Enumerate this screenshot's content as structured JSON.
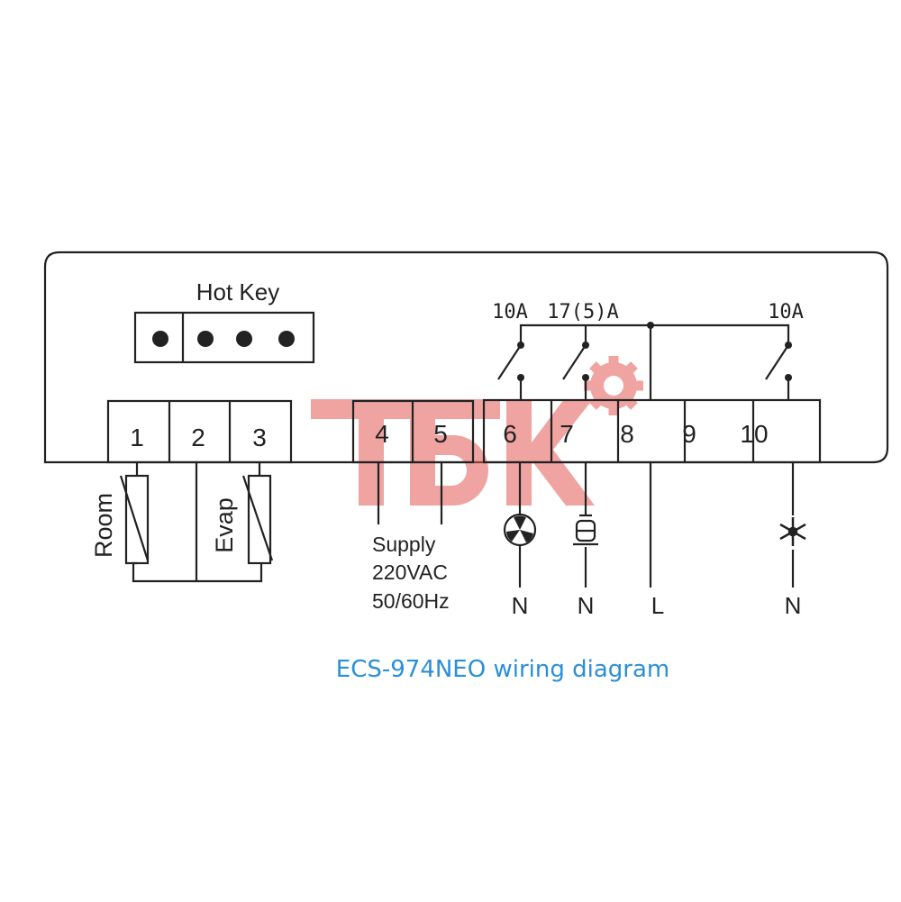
{
  "title": "ECS-974NEO wiring diagram",
  "colors": {
    "title": "#2b8fd6",
    "line": "#222222",
    "watermark": "#e8807c"
  },
  "hot_key": {
    "label": "Hot Key"
  },
  "terminals": [
    "1",
    "2",
    "3",
    "4",
    "5",
    "6",
    "7",
    "8",
    "9",
    "10"
  ],
  "ratings": {
    "t6": "10A",
    "t7": "17(5)A",
    "t10": "10A"
  },
  "sensors": {
    "room": "Room",
    "evap": "Evap"
  },
  "supply": {
    "line1": "Supply",
    "line2": "220VAC",
    "line3": "50/60Hz"
  },
  "outputs": {
    "t6": "N",
    "t7": "N",
    "t8": "L",
    "t10": "N"
  },
  "icons": {
    "t6": "fan-icon",
    "t7": "compressor-icon",
    "t10": "snowflake-icon"
  },
  "watermark": {
    "text": "ТБК"
  }
}
